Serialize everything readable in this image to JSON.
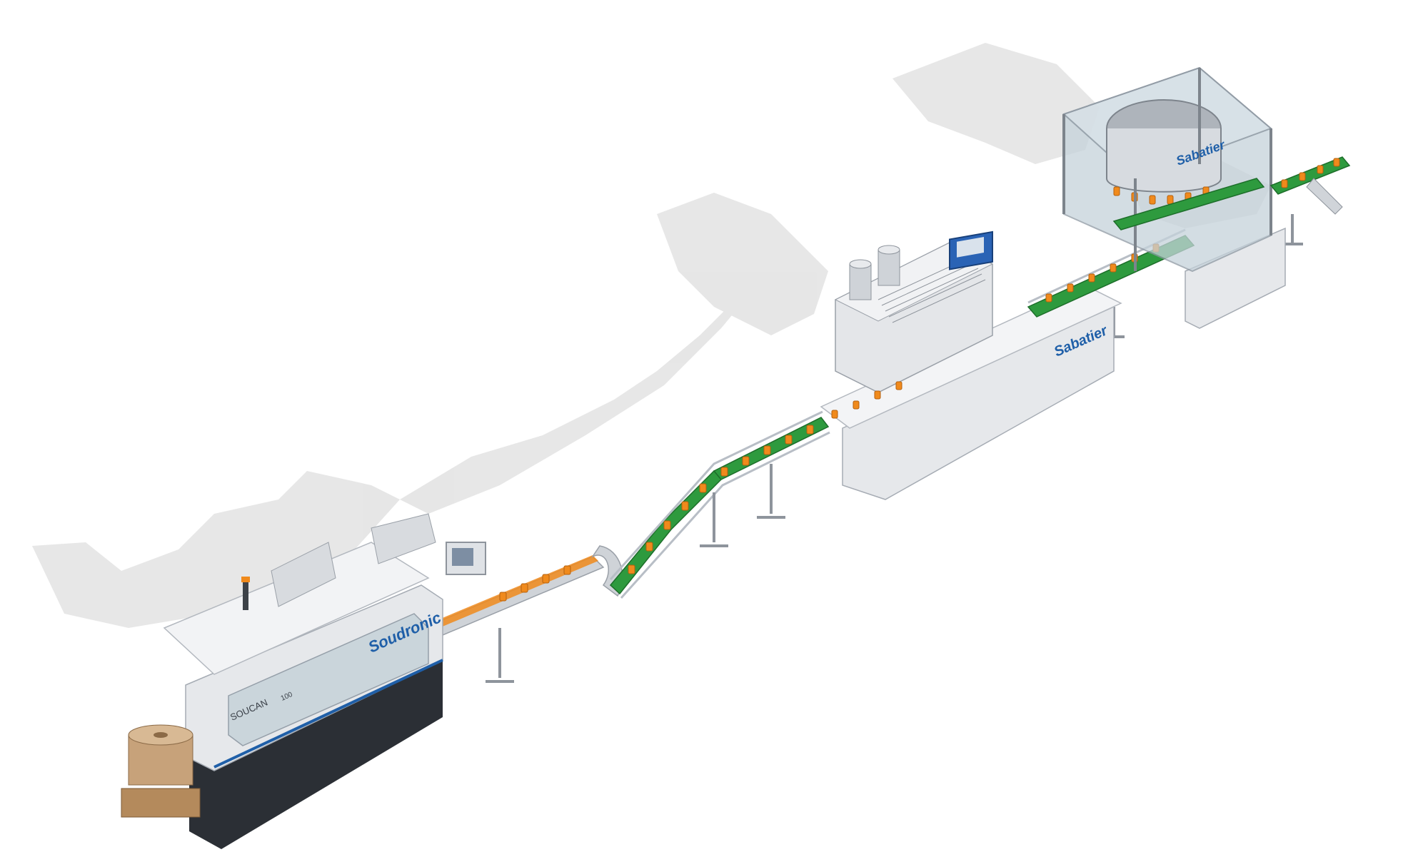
{
  "machines": {
    "welder": {
      "brand": "Soudronic",
      "model_name": "SOUCAN",
      "model_suffix": "100",
      "accent_color": "#1f5fa8"
    },
    "sterilizer": {
      "brand": "Sabatier",
      "accent_color": "#1f5fa8"
    },
    "filler": {
      "brand": "Sabatier",
      "accent_color": "#1f5fa8"
    }
  },
  "colors": {
    "conveyor_belt": "#2e9a3e",
    "cans": "#f08a1c",
    "machine_body": "#e6e8eb",
    "machine_base": "#2b2f35",
    "glass_guard": "#b8c6cf",
    "shadow": "#e3e3e3",
    "paper_roll": "#c7a27a"
  },
  "icons": [
    "signal-tower-icon",
    "hmi-screen-icon",
    "paper-roll-icon"
  ]
}
